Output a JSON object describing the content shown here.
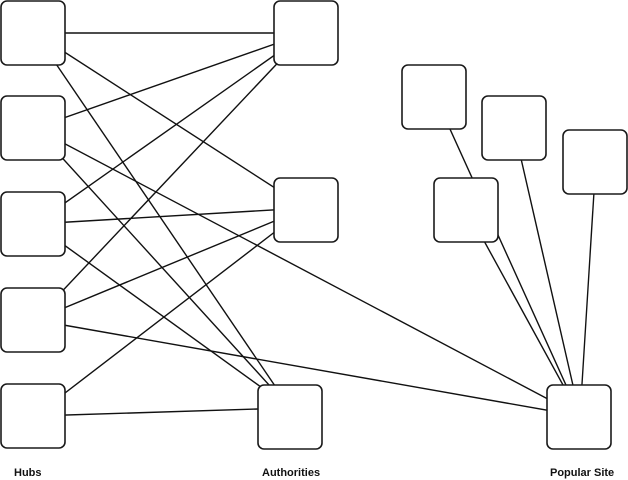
{
  "labels": {
    "hubs": "Hubs",
    "authorities": "Authorities",
    "popular_site": "Popular Site"
  },
  "nodes": [
    {
      "id": "h1",
      "group": "hub"
    },
    {
      "id": "h2",
      "group": "hub"
    },
    {
      "id": "h3",
      "group": "hub"
    },
    {
      "id": "h4",
      "group": "hub"
    },
    {
      "id": "h5",
      "group": "hub"
    },
    {
      "id": "a1",
      "group": "authority"
    },
    {
      "id": "a2",
      "group": "authority"
    },
    {
      "id": "a3",
      "group": "authority"
    },
    {
      "id": "s1",
      "group": "source"
    },
    {
      "id": "s2",
      "group": "source"
    },
    {
      "id": "s3",
      "group": "source"
    },
    {
      "id": "s4",
      "group": "source"
    },
    {
      "id": "p",
      "group": "popular-site"
    }
  ],
  "edges": [
    {
      "from": "h1",
      "to": "a1"
    },
    {
      "from": "h1",
      "to": "a3"
    },
    {
      "from": "h1",
      "to": "a2"
    },
    {
      "from": "h2",
      "to": "a1"
    },
    {
      "from": "h2",
      "to": "a3"
    },
    {
      "from": "h2",
      "to": "p"
    },
    {
      "from": "h3",
      "to": "a1"
    },
    {
      "from": "h3",
      "to": "a2"
    },
    {
      "from": "h3",
      "to": "a3"
    },
    {
      "from": "h4",
      "to": "a1"
    },
    {
      "from": "h4",
      "to": "a2"
    },
    {
      "from": "h4",
      "to": "p"
    },
    {
      "from": "h5",
      "to": "a2"
    },
    {
      "from": "h5",
      "to": "a3"
    },
    {
      "from": "s1",
      "to": "p"
    },
    {
      "from": "s2",
      "to": "p"
    },
    {
      "from": "s3",
      "to": "p"
    },
    {
      "from": "s4",
      "to": "p"
    }
  ]
}
